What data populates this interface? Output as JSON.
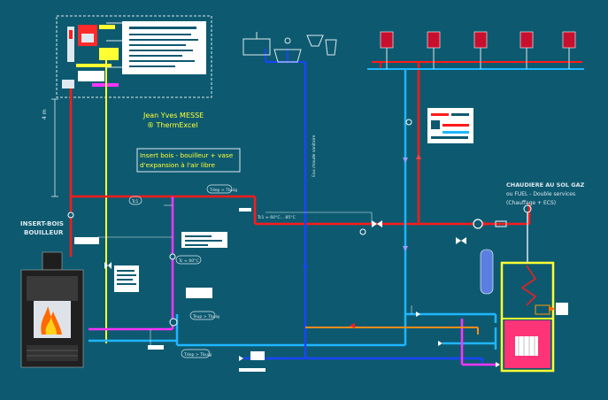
{
  "labels": {
    "author": "Jean Yves MESSE",
    "brand": "® ThermExcel",
    "insert_note_1": "Insert bois - bouilleur + vase",
    "insert_note_2": "d'expansion à l'air libre",
    "insert_title_1": "INSERT-BOIS",
    "insert_title_2": "BOUILLEUR",
    "boiler_title_1": "CHAUDIERE AU SOL GAZ",
    "boiler_title_2": "ou FUEL - Double services",
    "boiler_title_3": "(Chauffage + ECS)",
    "vertical_pipe": "Eau chaude sanitaire",
    "tag_tdep": "Tdep > Tbuig",
    "tag_tc1": "Tc1",
    "tag_tc_short": "Tc ≈ 60°C",
    "tag_range": "Tc1 ≈ 60°C... 85°C",
    "tag_tsup": "Tsup > Tbuig",
    "tag_tdep2": "Tdep > Tbuig",
    "tag_height": "4 m"
  },
  "colors": {
    "background": "#0d5a70",
    "hot_pipe": "#ff1a1a",
    "cold_pipe": "#1fb6ff",
    "sanitary_pipe": "#1a44ff",
    "bypass_pipe": "#ff33ff",
    "gas_pipe": "#ffff33",
    "return_pipe": "#ff8c1a",
    "boiler_frame": "#ffff33",
    "boiler_tank": "#ff3377"
  }
}
